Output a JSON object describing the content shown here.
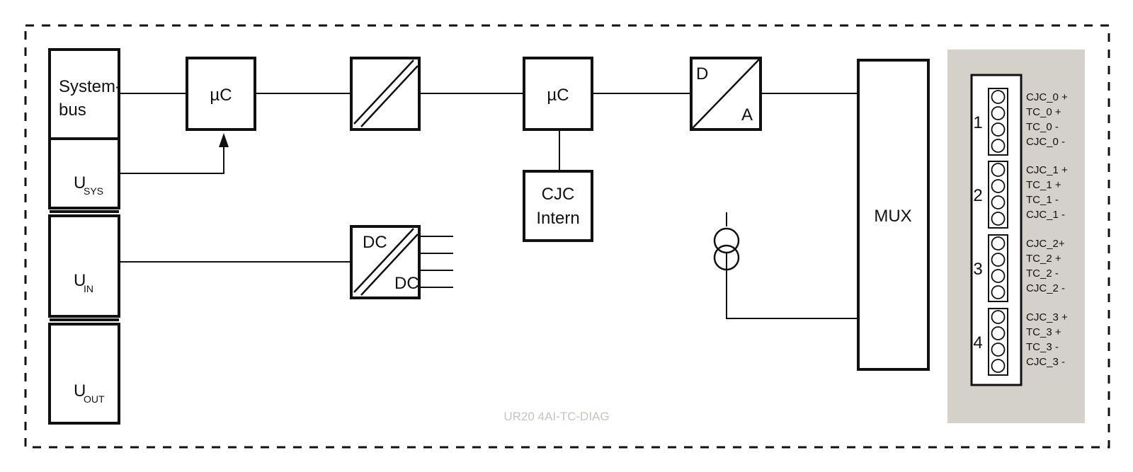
{
  "systembus": {
    "line1": "System-",
    "line2": "bus"
  },
  "usys": {
    "main": "U",
    "sub": "SYS"
  },
  "uin": {
    "main": "U",
    "sub": "IN"
  },
  "uout": {
    "main": "U",
    "sub": "OUT"
  },
  "uc1": "µC",
  "uc2": "µC",
  "cjc": {
    "line1": "CJC",
    "line2": "Intern"
  },
  "da": {
    "top": "D",
    "bottom": "A"
  },
  "dcdc": {
    "top": "DC",
    "bottom": "DC"
  },
  "mux": "MUX",
  "module_name": "UR20 4AI-TC-DIAG",
  "connectors": [
    {
      "number": "1",
      "labels": [
        "CJC_0 +",
        "TC_0 +",
        "TC_0 -",
        "CJC_0 -"
      ]
    },
    {
      "number": "2",
      "labels": [
        "CJC_1 +",
        "TC_1 +",
        "TC_1 -",
        "CJC_1  -"
      ]
    },
    {
      "number": "3",
      "labels": [
        "CJC_2+",
        "TC_2 +",
        "TC_2 -",
        "CJC_2 -"
      ]
    },
    {
      "number": "4",
      "labels": [
        "CJC_3 +",
        "TC_3 +",
        "TC_3 -",
        "CJC_3 -"
      ]
    }
  ],
  "colors": {
    "terminal_panel": "#d4d1cb",
    "line": "#111111",
    "caption": "#c8c4bd"
  }
}
